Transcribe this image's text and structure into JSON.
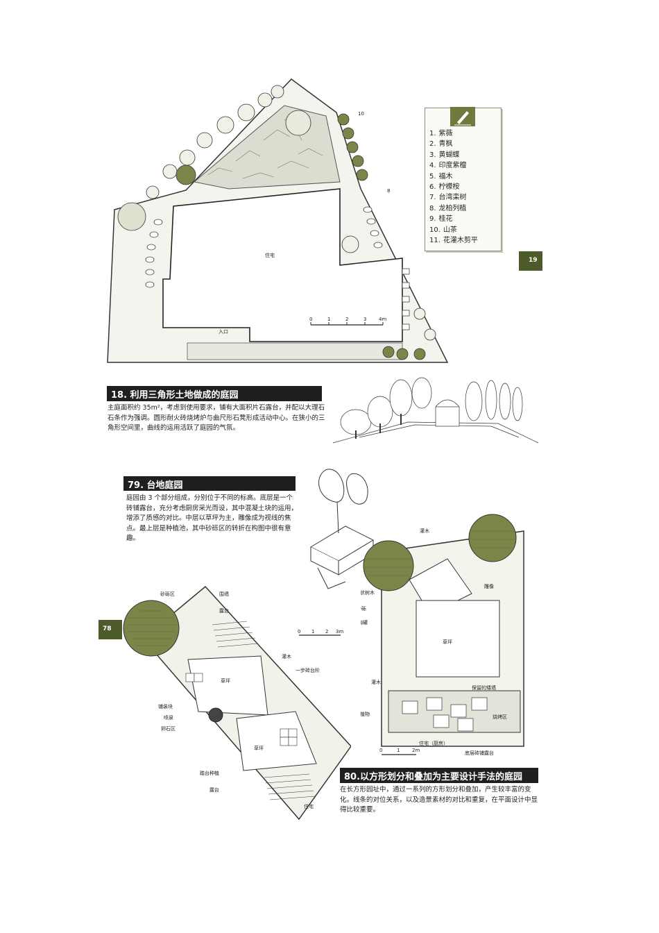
{
  "page_tabs": {
    "right": "19",
    "left": "78"
  },
  "section18": {
    "title": "18. 利用三角形土地做成的庭园",
    "body": "主庭面积约 35m²，考虑到使用要求，铺有大面积片石露台，并配以大理石石条作为强调。圆形耐火砖烧烤炉与曲尺形石凳形成活动中心。在狭小的三角形空间里，曲线的运用活跃了庭园的气氛。",
    "plan_labels": {
      "house": "住宅",
      "entrance": "入口"
    },
    "scale_ticks": [
      "0",
      "1",
      "2",
      "3",
      "4m"
    ],
    "callouts": [
      "10",
      "8"
    ],
    "legend": [
      {
        "num": "1.",
        "name": "紫薇"
      },
      {
        "num": "2.",
        "name": "青枫"
      },
      {
        "num": "3.",
        "name": "黄蝴蝶"
      },
      {
        "num": "4.",
        "name": "印度紫檀"
      },
      {
        "num": "5.",
        "name": "福木"
      },
      {
        "num": "6.",
        "name": "柠檬桉"
      },
      {
        "num": "7.",
        "name": "台湾栾树"
      },
      {
        "num": "8.",
        "name": "龙柏列植"
      },
      {
        "num": "9.",
        "name": "桂花"
      },
      {
        "num": "10.",
        "name": "山茶"
      },
      {
        "num": "11.",
        "name": "花灌木剪平"
      }
    ]
  },
  "section79": {
    "title": "79. 台地庭园",
    "body": "庭园由 3 个部分组成，分别位于不同的标高。底层是一个砖铺露台，充分考虑厨房采光而设，其中混凝土块的运用，增添了质感的对比。中层以草坪为主，雕像成为视线的焦点。最上层是种植池，其中砂砾区的转折在构图中很有意趣。",
    "plan_labels": {
      "gravel_area": "砂砾区",
      "fence": "围墙",
      "terrace_top": "露台",
      "shrub": "灌木",
      "one_step": "一步砖台阶",
      "lawn1": "草坪",
      "lawn2": "草坪",
      "paving": "铺装块",
      "fountain": "喷泉",
      "stone_area": "卵石区",
      "platform_planting": "踏台种植",
      "terrace_bottom": "露台",
      "house": "住宅"
    },
    "scale_ticks": [
      "0",
      "1",
      "2",
      "3m"
    ]
  },
  "section80": {
    "title": "80.以方形划分和叠加为主要设计手法的庭园",
    "body": "在长方形园址中，通过一系列的方形划分和叠加，产生较丰富的变化。线条的对位关系，以及造景素材的对比和重复，在平面设计中显得比较重要。",
    "plan_labels": {
      "shrub_top": "灌木",
      "statue": "雕像",
      "existing_tree": "现状树木",
      "gravel": "砂砾",
      "pottery": "陶罐",
      "lawn": "草坪",
      "shrub_left": "灌木",
      "kept_wall": "保留的矮墙",
      "climbing": "攀援植物",
      "bbq": "烧烤区",
      "house": "住宅（厨房）",
      "bottom_terrace": "底层砖铺露台"
    },
    "scale_ticks": [
      "0",
      "1",
      "2m"
    ]
  },
  "colors": {
    "tree_fill": "#7c8548",
    "tab": "#4d5a2a",
    "title_bg": "#1f1f1f"
  }
}
